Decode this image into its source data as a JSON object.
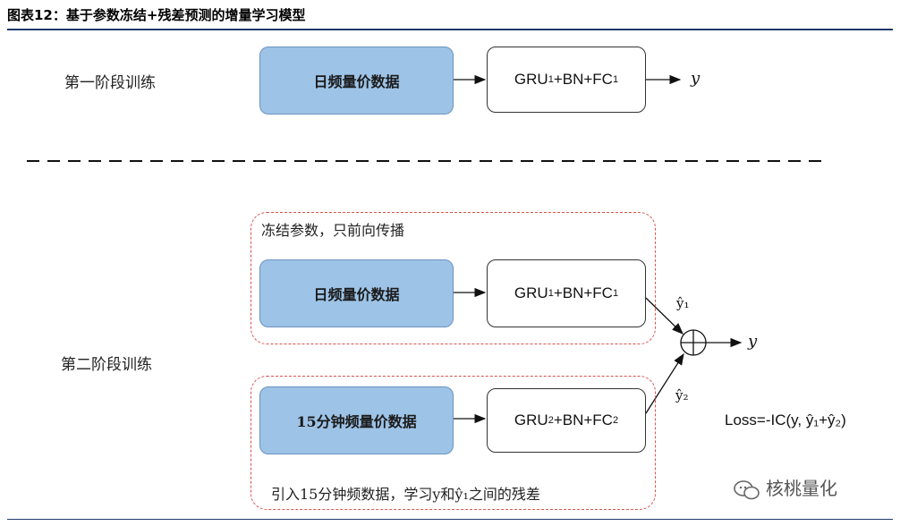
{
  "figure": {
    "title": "图表12：基于参数冻结+残差预测的增量学习模型"
  },
  "stage1": {
    "label": "第一阶段训练",
    "data_box": "日频量价数据",
    "model_main": "GRU",
    "model_sub": "1",
    "model_rest": "+BN+FC",
    "model_sub2": "1",
    "output": "y"
  },
  "stage2": {
    "label": "第二阶段训练",
    "frozen_caption": "冻结参数，只前向传播",
    "daily_box": "日频量价数据",
    "daily_model_main": "GRU",
    "daily_model_sub": "1",
    "daily_model_rest": "+BN+FC",
    "daily_model_sub2": "1",
    "yhat1": "ŷ₁",
    "minute_box": "15分钟频量价数据",
    "minute_model_main": "GRU",
    "minute_model_sub": "2",
    "minute_model_rest": "+BN+FC",
    "minute_model_sub2": "2",
    "yhat2": "ŷ₂",
    "output": "y",
    "residual_caption": "引入15分钟频数据，学习y和ŷ₁之间的残差",
    "loss": "Loss=-IC(y, ŷ₁+ŷ₂)"
  },
  "watermark": "核桃量化",
  "colors": {
    "data_box_fill": "#9dc3e6",
    "dashed_group": "#d9534f",
    "title_rule": "#1f3a6b"
  }
}
